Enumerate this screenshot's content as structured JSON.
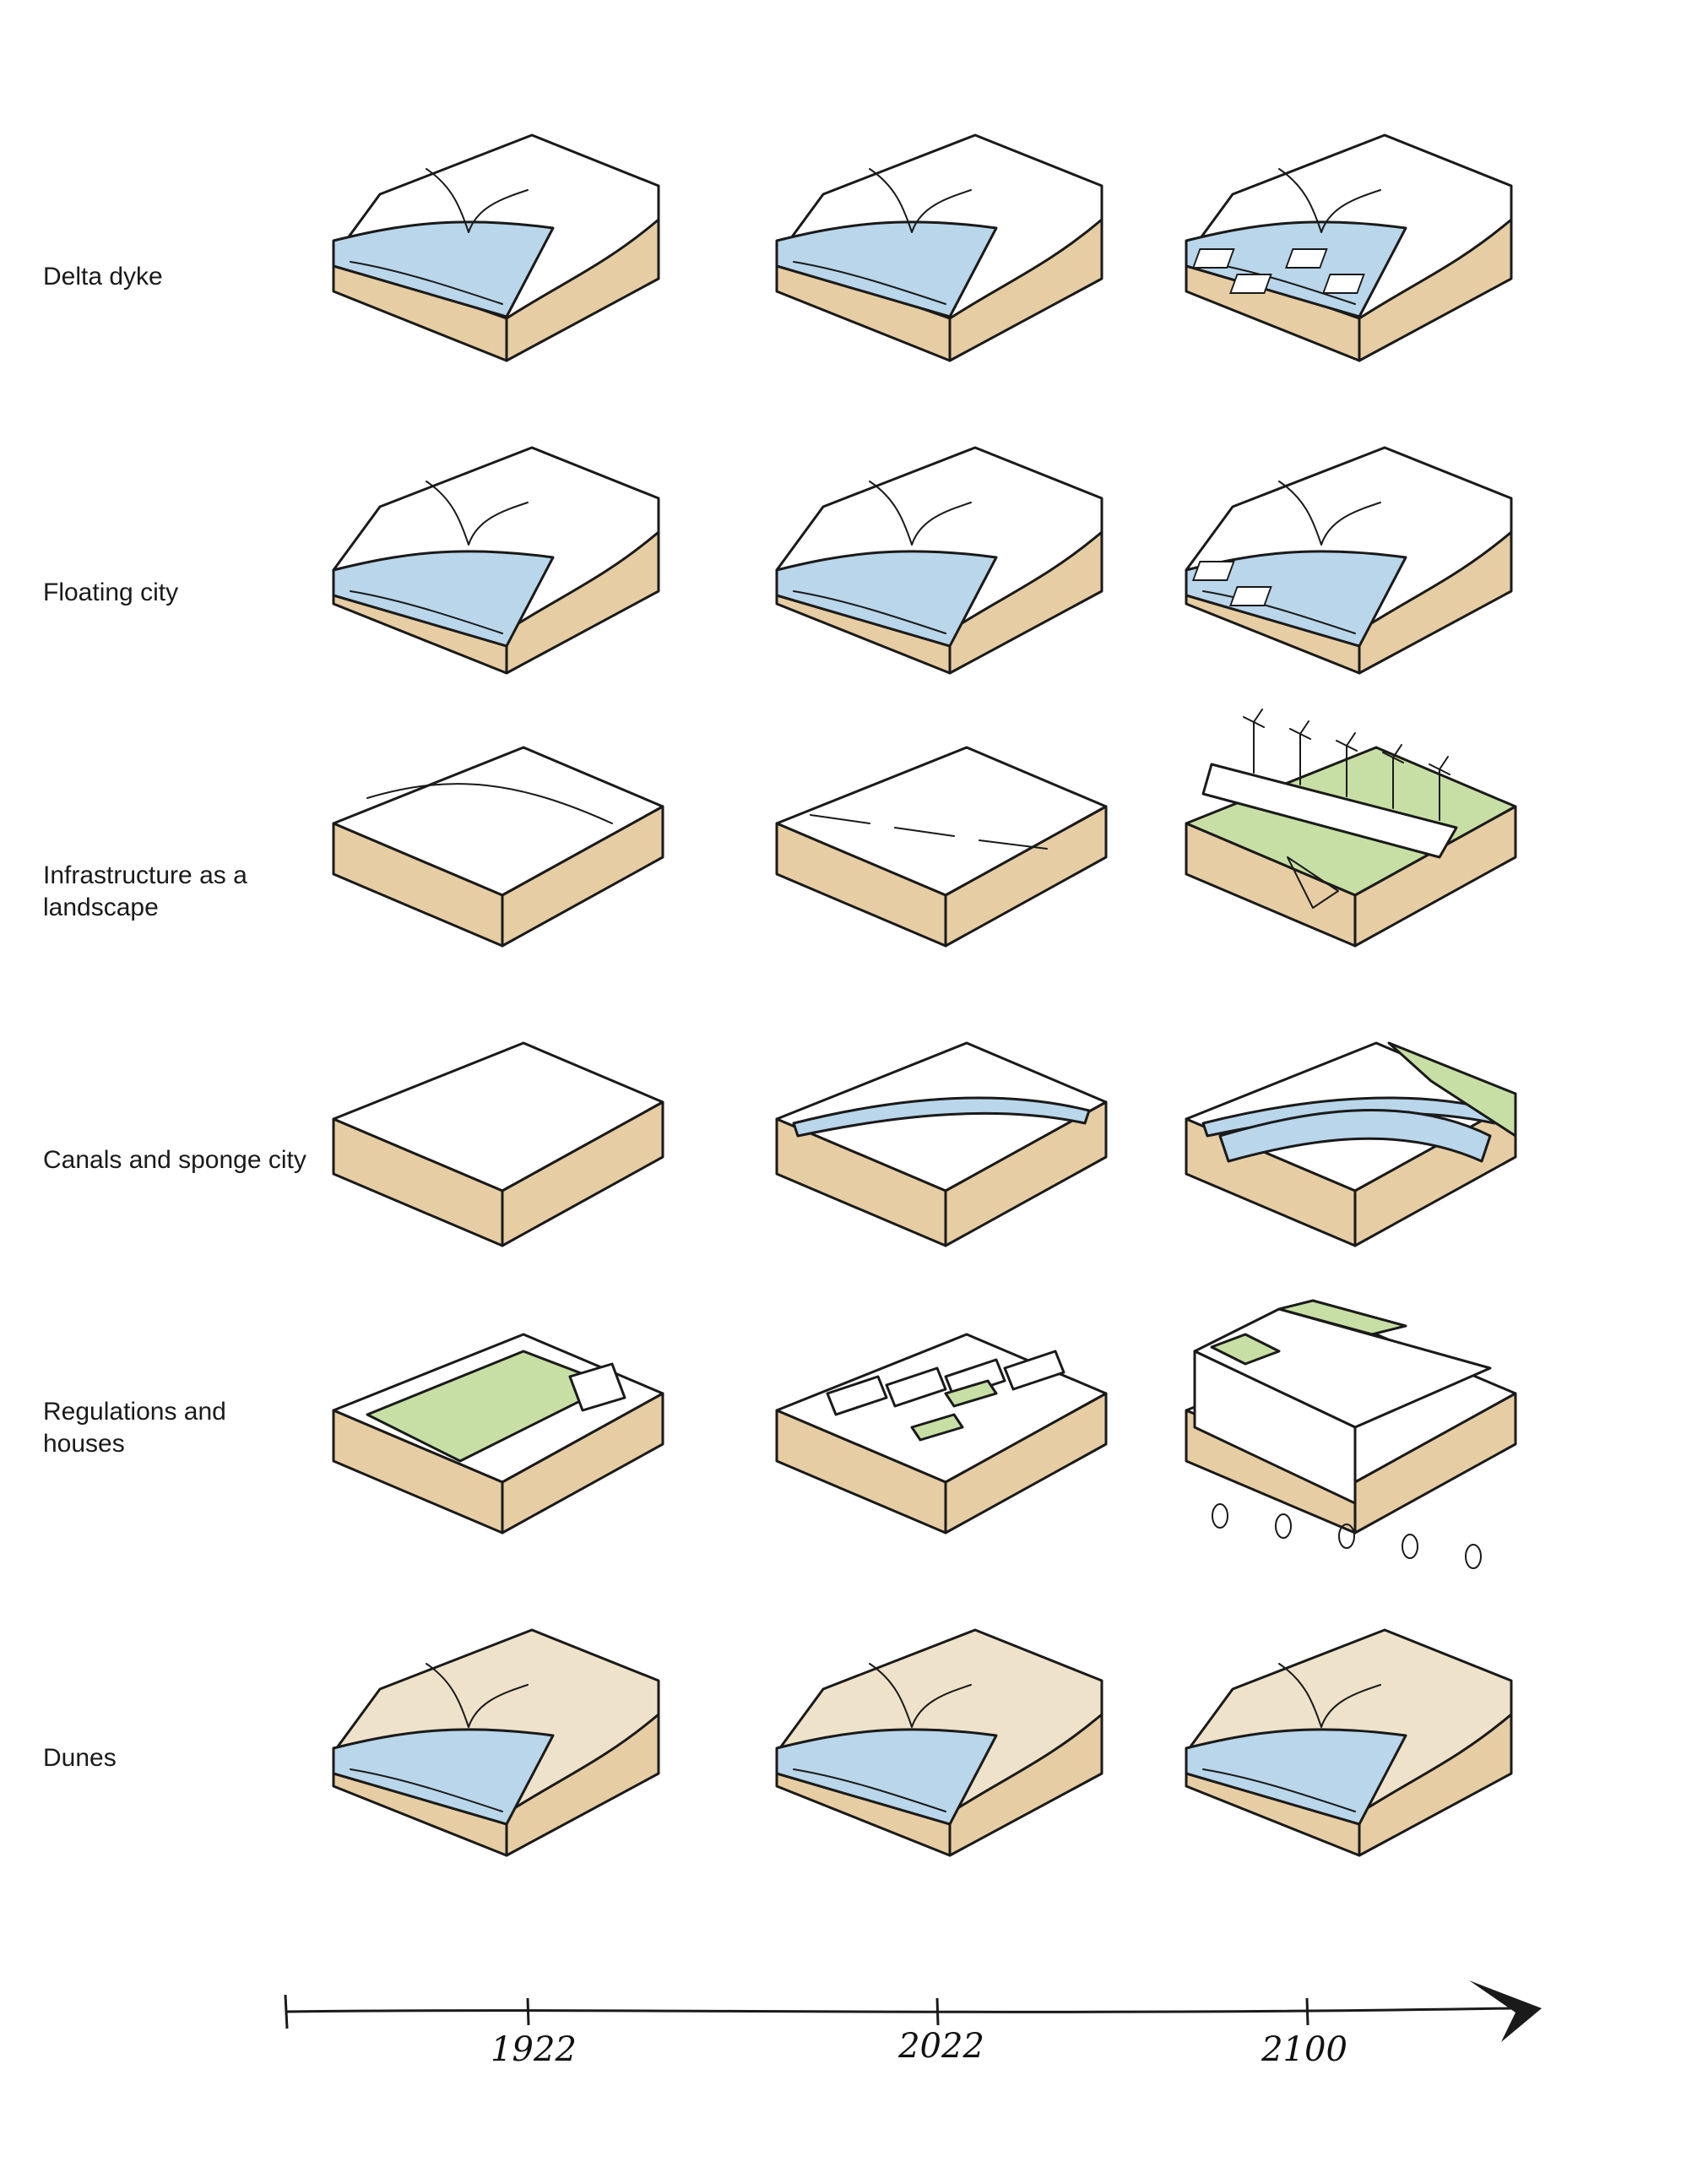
{
  "colors": {
    "water": "#b9d6ea",
    "earth": "#e6cda3",
    "sand_top": "#efe2ca",
    "grass": "#c7dfa4",
    "ink": "#1a1a1a",
    "paper": "#ffffff"
  },
  "rows": [
    {
      "label": "Delta dyke",
      "kind": "dyke"
    },
    {
      "label": "Floating city",
      "kind": "floating"
    },
    {
      "label": "Infrastructure as a\nlandscape",
      "kind": "infra"
    },
    {
      "label": "Canals and sponge city",
      "kind": "canals"
    },
    {
      "label": "Regulations and\nhouses",
      "kind": "houses"
    },
    {
      "label": "Dunes",
      "kind": "dunes"
    }
  ],
  "timeline": {
    "years": [
      "1922",
      "2022",
      "2100"
    ]
  }
}
